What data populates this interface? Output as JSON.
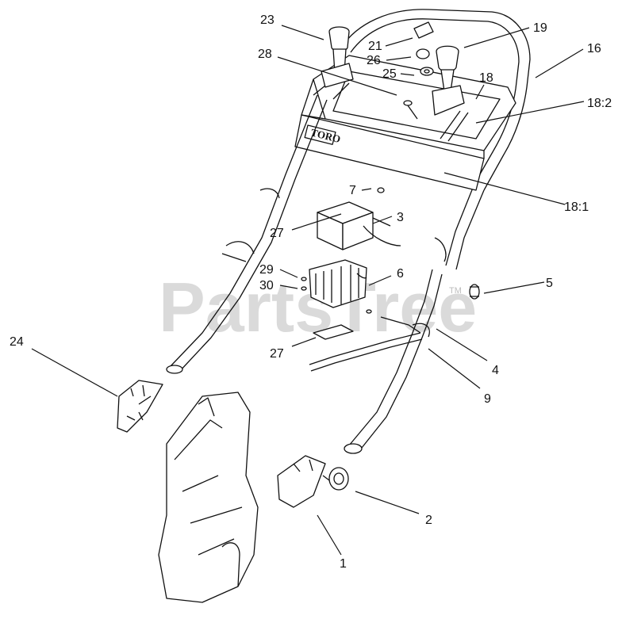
{
  "diagram": {
    "watermark": {
      "text": "PartsTree",
      "tm": "TM"
    },
    "brand_logo": "TORO",
    "callouts": [
      "23",
      "19",
      "21",
      "16",
      "26",
      "28",
      "25",
      "18",
      "18:2",
      "7",
      "18:1",
      "3",
      "27",
      "29",
      "6",
      "30",
      "5",
      "24",
      "4",
      "27",
      "9",
      "2",
      "1"
    ]
  }
}
